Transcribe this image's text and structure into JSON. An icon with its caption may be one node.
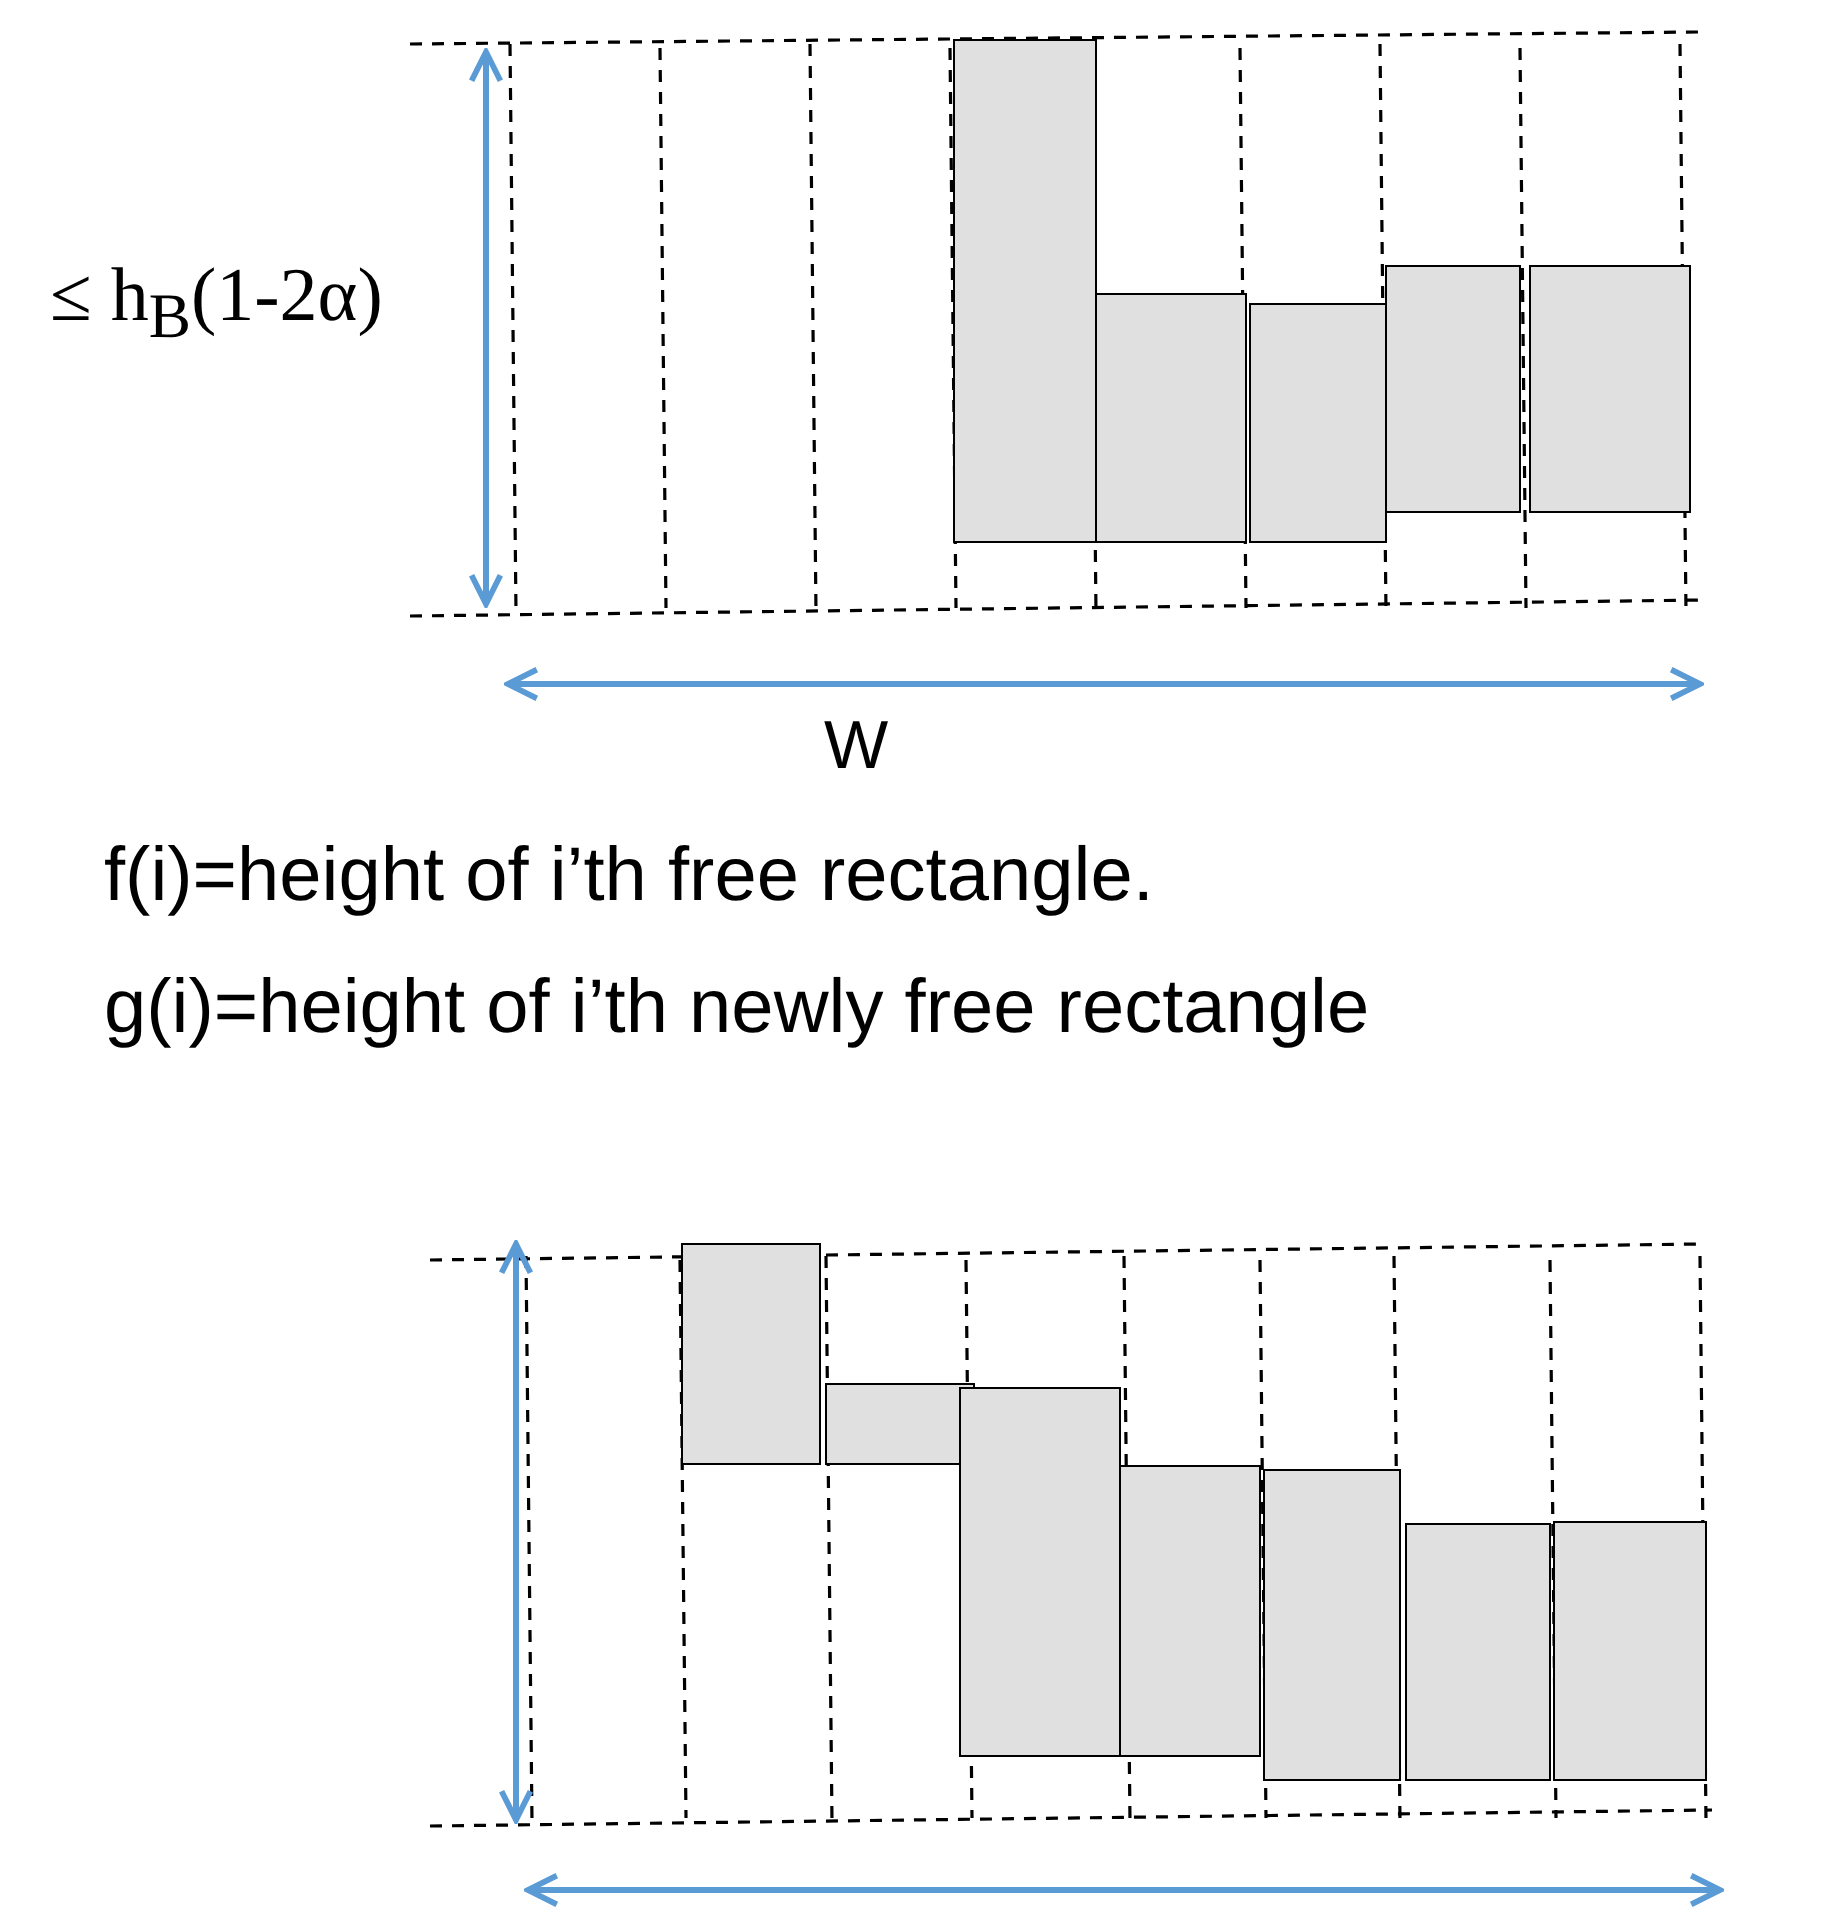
{
  "diagram": {
    "labels": [
      "≤ h$_{B}$(1-2α)",
      "W",
      "f(i)=height of i’th free rectangle.",
      "g(i)=height of i’th newly free rectangle"
    ]
  }
}
